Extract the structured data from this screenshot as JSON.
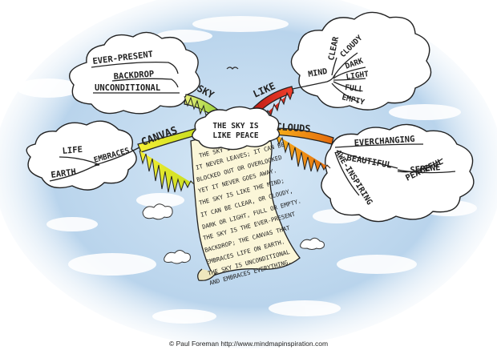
{
  "center": {
    "line1": "THE SKY IS",
    "line2": "LIKE PEACE"
  },
  "branches": {
    "sky": "SKY",
    "like": "LIKE",
    "clouds": "CLOUDS",
    "canvas": "CANVAS"
  },
  "sky_words": [
    "EVER-PRESENT",
    "BACKDROP",
    "UNCONDITIONAL"
  ],
  "like_words": {
    "mind": "MIND",
    "clear": "CLEAR",
    "cloudy": "CLOUDY",
    "dark": "DARK",
    "light": "LIGHT",
    "full": "FULL",
    "empty": "EMPTY"
  },
  "canvas_words": {
    "embraces": "EMBRACES",
    "life": "LIFE",
    "earth": "EARTH"
  },
  "clouds_words": {
    "everchanging": "EVERCHANGING",
    "beautiful": "BEAUTIFUL",
    "awe": "AWE-INSPIRING",
    "serene": "SERENE",
    "peaceful": "PEACEFUL"
  },
  "scroll_lines": [
    "THE SKY IS LIKE PEACE,",
    "IT NEVER LEAVES; IT CAN BE",
    "BLOCKED OUT OR OVERLOOKED",
    "YET IT NEVER GOES AWAY.",
    "THE SKY IS LIKE THE MIND;",
    "IT CAN BE CLEAR, OR CLOUDY,",
    "DARK OR LIGHT, FULL OR EMPTY.",
    "THE SKY IS THE EVER-PRESENT",
    "BACKDROP; THE CANVAS THAT",
    "EMBRACES LIFE ON EARTH.",
    "THE SKY IS UNCONDITIONAL",
    "AND EMBRACES EVERYTHING."
  ],
  "credit": "© Paul Foreman http://www.mindmapinspiration.com",
  "colors": {
    "sky_branch": "#9fd12a",
    "like_branch": "#e0231b",
    "clouds_branch": "#f08a12",
    "canvas_branch": "#e8e51a",
    "sky_bg": "#bcd6ec",
    "scroll": "#fbf6d8"
  }
}
